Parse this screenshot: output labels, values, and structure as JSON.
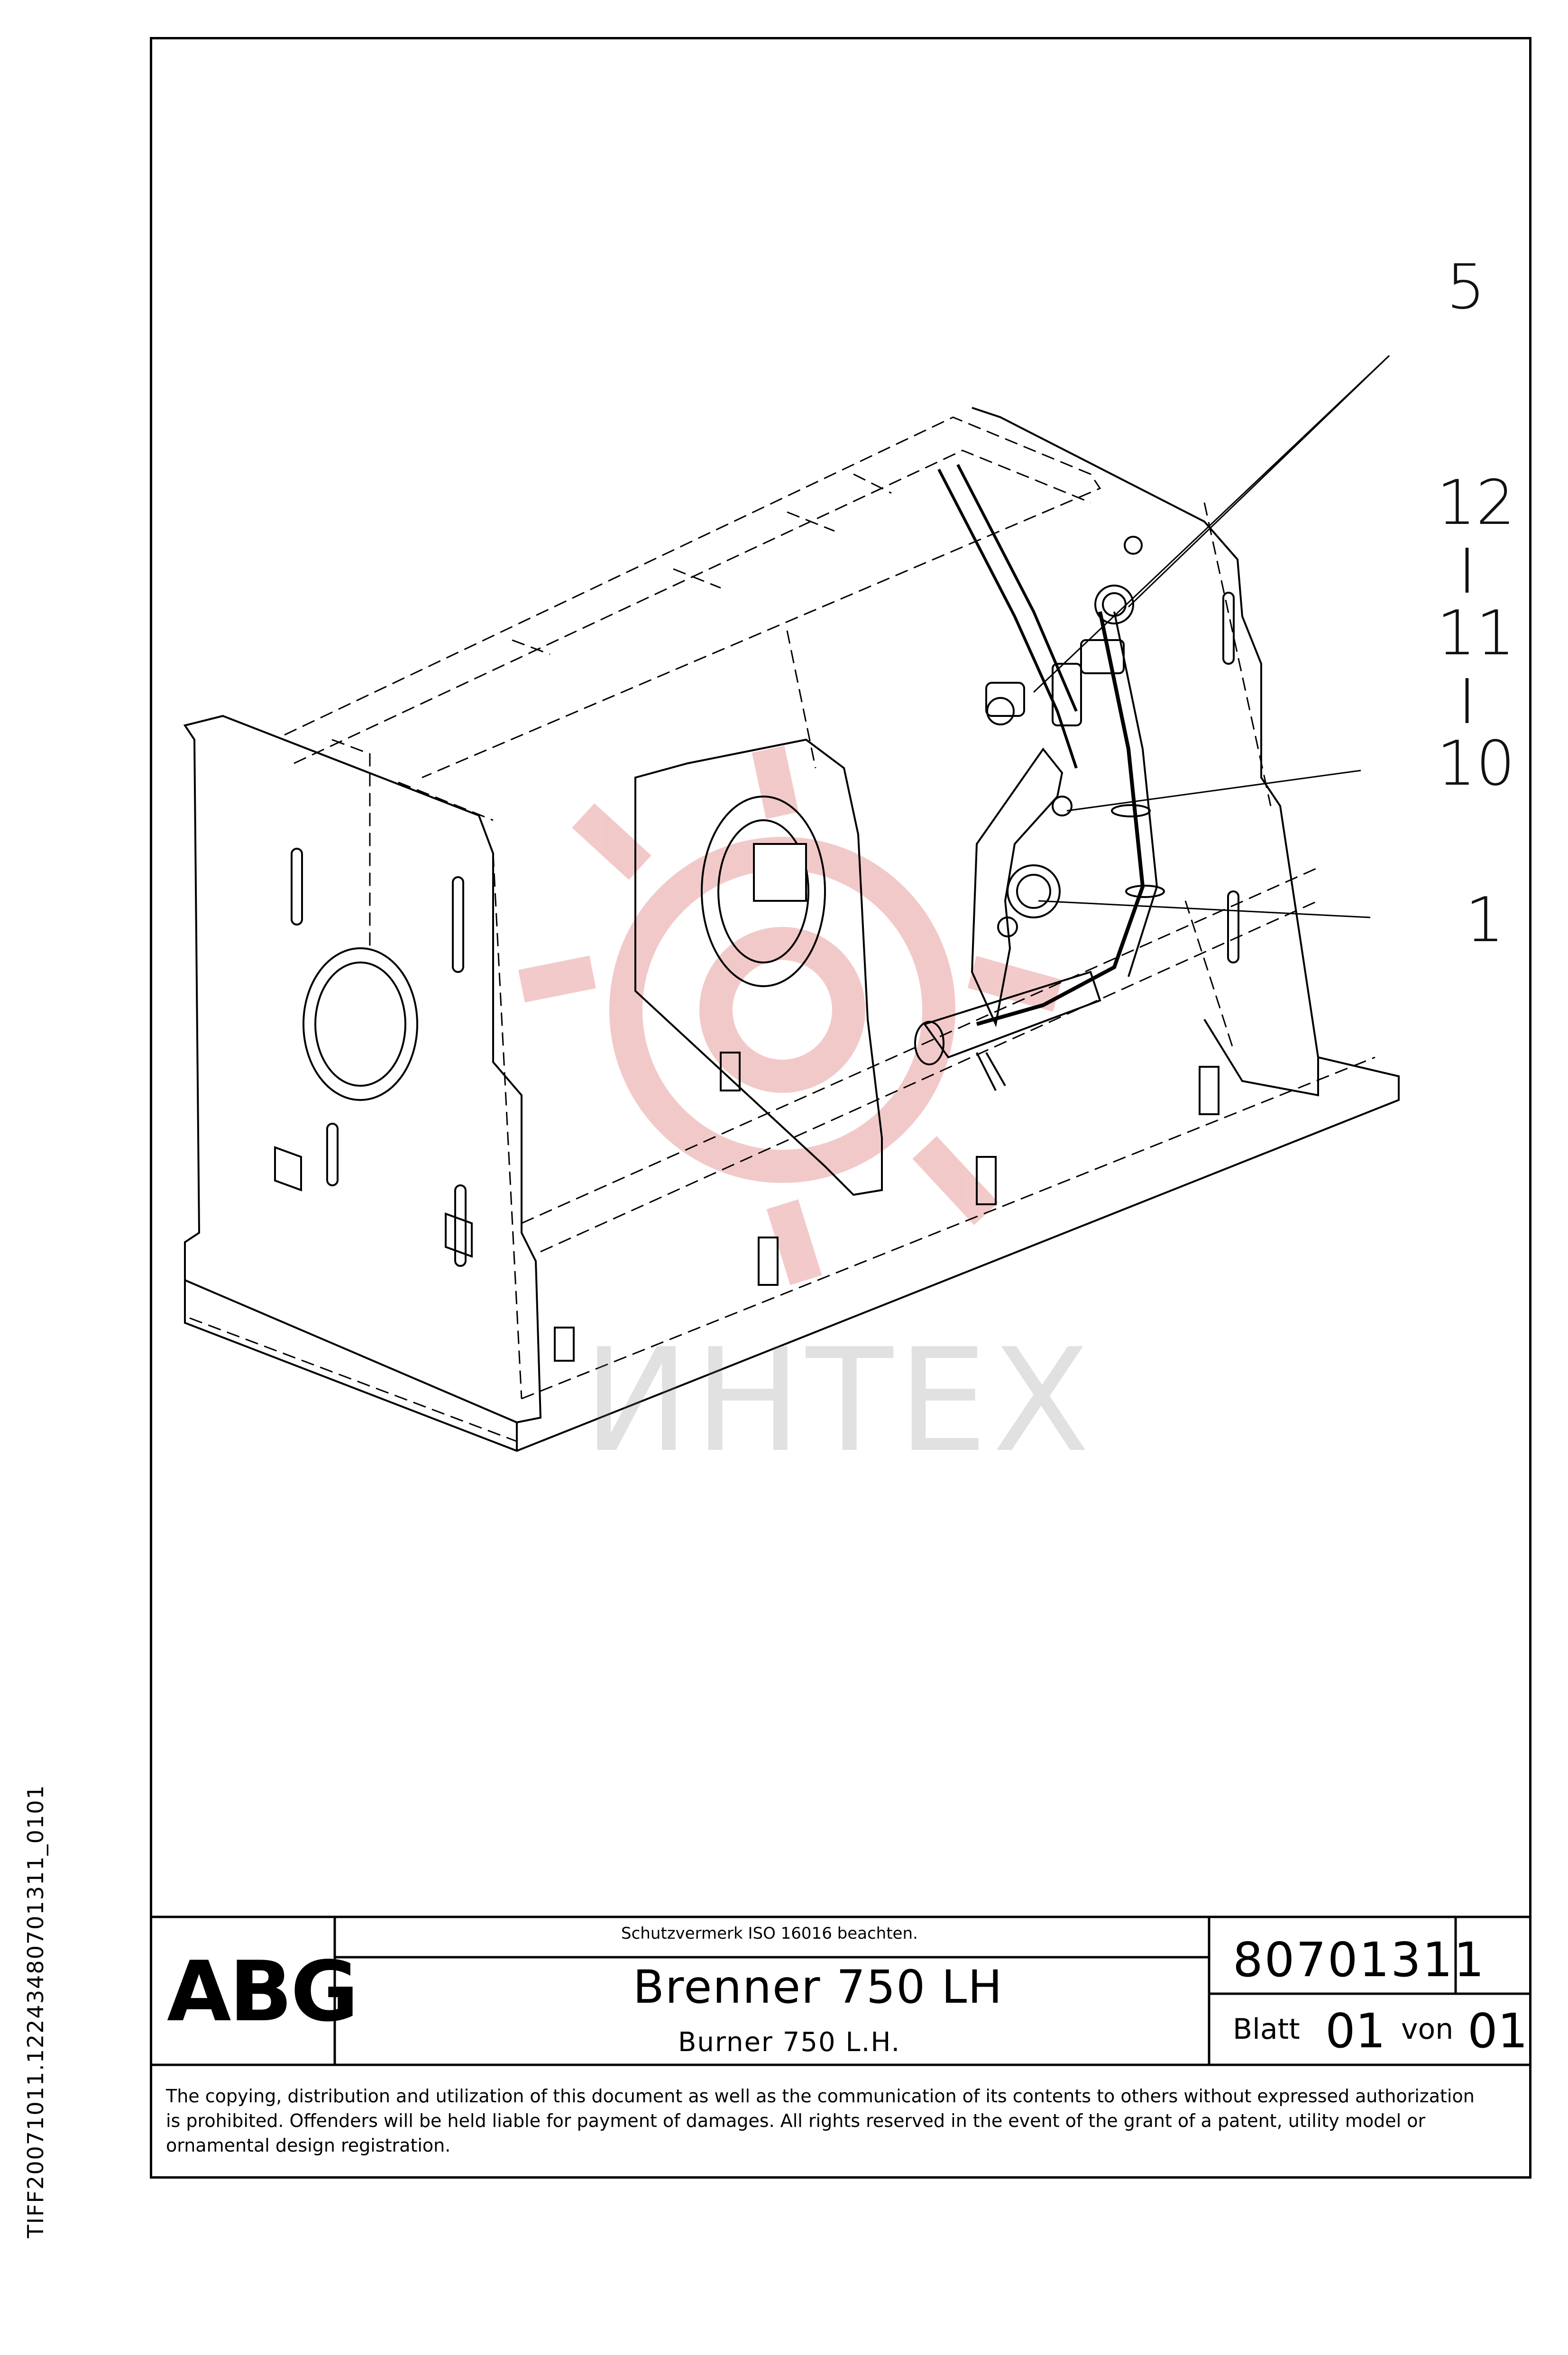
{
  "drawing": {
    "callouts": [
      "5",
      "12",
      "I",
      "11",
      "I",
      "10",
      "1"
    ],
    "watermark": "ИНТЕХ"
  },
  "title_block": {
    "logo": "ABG",
    "protection_note": "Schutzvermerk ISO 16016 beachten.",
    "title_de": "Brenner 750 LH",
    "title_en": "Burner 750 L.H.",
    "document_number": "80701311",
    "sheet_label": "Blatt",
    "sheet_number": "01",
    "of_label": "von",
    "sheet_total": "01"
  },
  "legal_notice": "The copying, distribution and utilization of this document as well as the communication of its contents to others without expressed authorization is prohibited. Offenders will be held liable for payment of damages. All rights reserved in the event of the grant of a patent, utility model or ornamental design registration.",
  "side_identifier": "TIFF20071011.12243480701311_0101",
  "colors": {
    "line": "#000000",
    "watermark_red": "#e8a0a0",
    "watermark_grey": "#bdbdbd"
  }
}
